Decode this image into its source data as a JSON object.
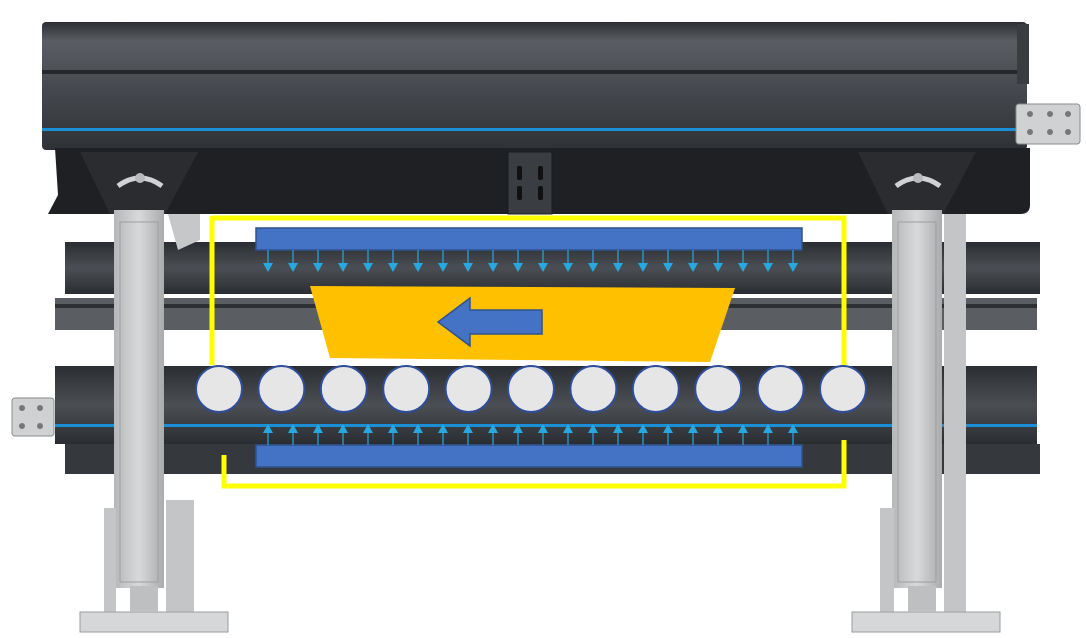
{
  "diagram": {
    "roller_count": 11,
    "top_arrow_count": 22,
    "bottom_arrow_count": 22,
    "top_arrows_direction": "down",
    "bottom_arrows_direction": "up",
    "movement_arrow_direction": "left",
    "colors": {
      "frame_dark": "#3c3f43",
      "frame_mid": "#55595e",
      "column_gray": "#c7c9cb",
      "accent_line": "#1a8fd6",
      "emitter_bar": "#4472c4",
      "flow_arrows": "#28a8e0",
      "workpiece": "#ffc000",
      "motion_arrow": "#4472c4",
      "roller_fill": "#e6e6e6",
      "roller_stroke": "#2f4e9a",
      "chamber_outline": "#ffff00"
    }
  }
}
